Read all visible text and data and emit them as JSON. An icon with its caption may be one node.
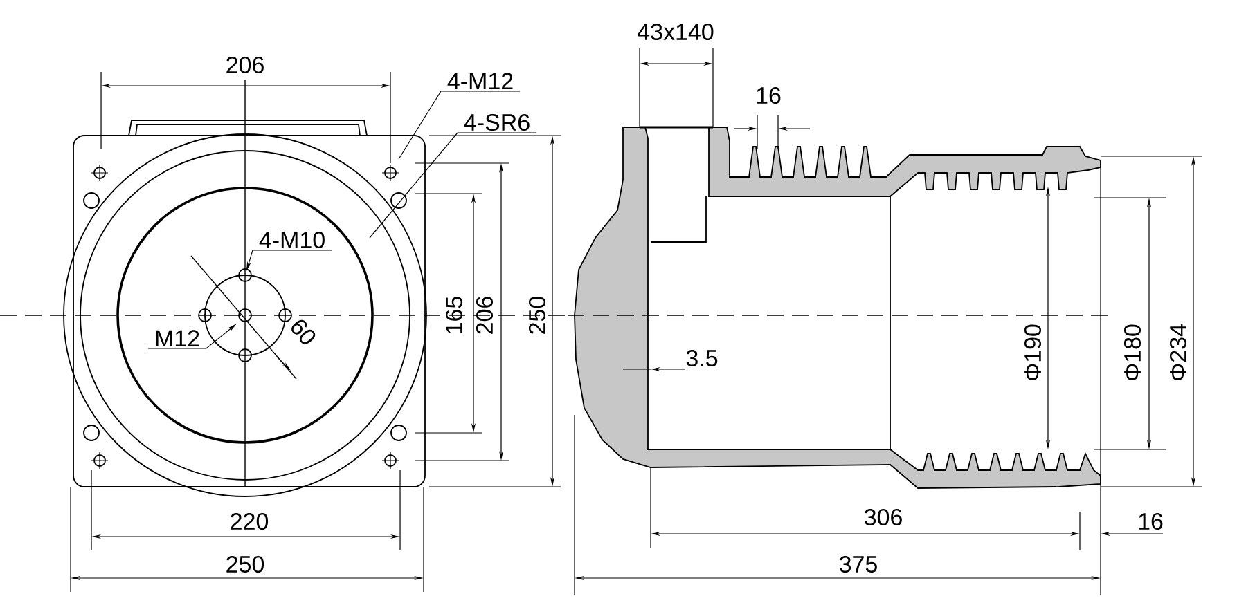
{
  "diagram": {
    "nodes": [
      {
        "text": [
          "4-M12"
        ]
      },
      {
        "text": [
          "4-SR6"
        ]
      },
      {
        "text": [
          "4-M10"
        ]
      },
      {
        "text": [
          "M12"
        ]
      }
    ],
    "edges": [
      {
        "from": 0,
        "to": null,
        "arrow": "none"
      },
      {
        "from": 1,
        "to": null,
        "arrow": "none"
      },
      {
        "from": 2,
        "to": null,
        "arrow": "to"
      },
      {
        "from": 3,
        "to": null,
        "arrow": "to"
      }
    ],
    "labels": [
      "206",
      "43x140",
      "16",
      "165",
      "206",
      "250",
      "60",
      "3.5",
      "Φ190",
      "Φ180",
      "Φ234",
      "220",
      "306",
      "16",
      "250",
      "375"
    ]
  }
}
